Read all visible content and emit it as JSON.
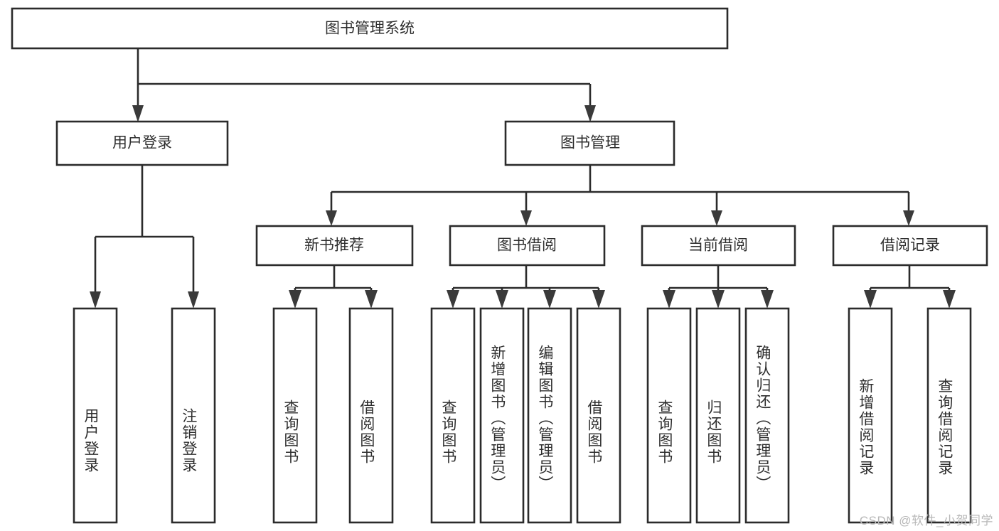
{
  "diagram": {
    "type": "tree-hierarchy",
    "title": "图书管理系统",
    "watermark": "CSDN @软件_小贺同学",
    "colors": {
      "background": "#ffffff",
      "box_fill": "#ffffff",
      "box_stroke": "#2b2b2b",
      "text": "#2e2e2e",
      "connector": "#2b2b2b",
      "arrow": "#3a3a3a",
      "watermark": "#b8b8b8"
    },
    "root": {
      "label": "图书管理系统",
      "orientation": "horizontal"
    },
    "level2": [
      {
        "label": "用户登录",
        "orientation": "horizontal"
      },
      {
        "label": "图书管理",
        "orientation": "horizontal"
      }
    ],
    "level3": [
      {
        "label": "新书推荐",
        "orientation": "horizontal"
      },
      {
        "label": "图书借阅",
        "orientation": "horizontal"
      },
      {
        "label": "当前借阅",
        "orientation": "horizontal"
      },
      {
        "label": "借阅记录",
        "orientation": "horizontal"
      }
    ],
    "leaves": {
      "user_login": [
        {
          "label": "用户登录",
          "orientation": "vertical"
        },
        {
          "label": "注销登录",
          "orientation": "vertical"
        }
      ],
      "new_book_recommend": [
        {
          "label": "查询图书",
          "orientation": "vertical"
        },
        {
          "label": "借阅图书",
          "orientation": "vertical"
        }
      ],
      "book_borrow": [
        {
          "label": "查询图书",
          "orientation": "vertical"
        },
        {
          "label": "新增图书（管理员）",
          "orientation": "vertical"
        },
        {
          "label": "编辑图书（管理员）",
          "orientation": "vertical"
        },
        {
          "label": "借阅图书",
          "orientation": "vertical"
        }
      ],
      "current_borrow": [
        {
          "label": "查询图书",
          "orientation": "vertical"
        },
        {
          "label": "归还图书",
          "orientation": "vertical"
        },
        {
          "label": "确认归还（管理员）",
          "orientation": "vertical"
        }
      ],
      "borrow_record": [
        {
          "label": "新增借阅记录",
          "orientation": "vertical"
        },
        {
          "label": "查询借阅记录",
          "orientation": "vertical"
        }
      ]
    }
  }
}
